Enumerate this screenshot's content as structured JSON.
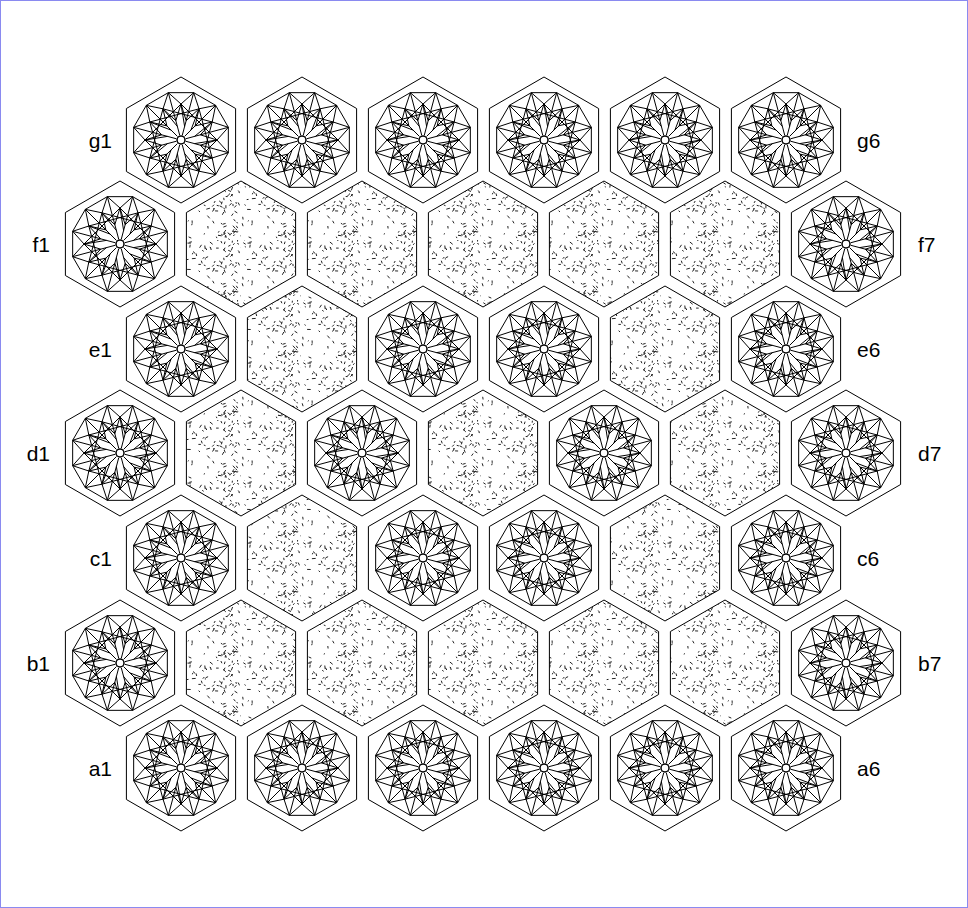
{
  "diagram": {
    "labels": [
      "g1",
      "g6",
      "f1",
      "f7",
      "e1",
      "e6",
      "d1",
      "d7",
      "c1",
      "c6",
      "b1",
      "b7",
      "a1",
      "a6"
    ]
  }
}
